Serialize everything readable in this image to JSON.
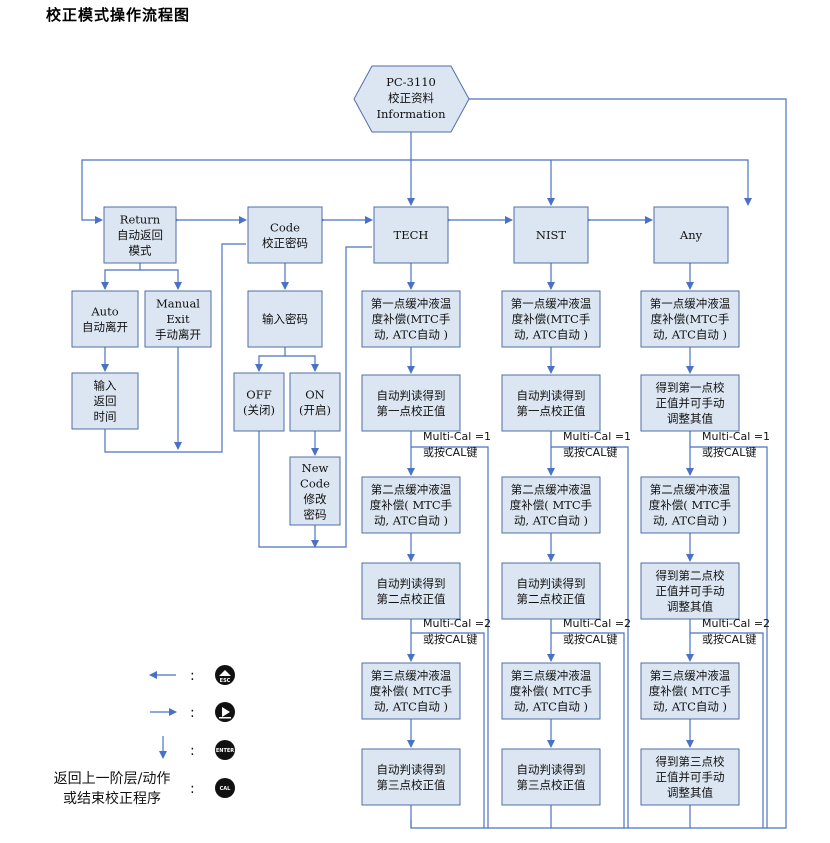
{
  "title": "校正模式操作流程图",
  "nodes": {
    "top": [
      "PC-3110",
      "校正资料",
      "Information"
    ],
    "return": [
      "Return",
      "自动返回",
      "模式"
    ],
    "code": [
      "Code",
      "校正密码"
    ],
    "tech": [
      "TECH"
    ],
    "nist": [
      "NIST"
    ],
    "any": [
      "Any"
    ],
    "auto": [
      "Auto",
      "自动离开"
    ],
    "manual": [
      "Manual",
      "Exit",
      "手动离开"
    ],
    "input_time": [
      "输入",
      "返回",
      "时间"
    ],
    "input_pw": [
      "输入密码"
    ],
    "off": [
      "OFF",
      "(关闭)"
    ],
    "on": [
      "ON",
      "(开启)"
    ],
    "newcode": [
      "New",
      "Code",
      "修改",
      "密码"
    ],
    "comp1": [
      "第一点缓冲液温",
      "度补偿(MTC手",
      "动, ATC自动 )"
    ],
    "comp2": [
      "第二点缓冲液温",
      "度补偿( MTC手",
      "动, ATC自动 )"
    ],
    "comp3": [
      "第三点缓冲液温",
      "度补偿( MTC手",
      "动, ATC自动 )"
    ],
    "read1": [
      "自动判读得到",
      "第一点校正值"
    ],
    "read2": [
      "自动判读得到",
      "第二点校正值"
    ],
    "read3": [
      "自动判读得到",
      "第三点校正值"
    ],
    "adj1": [
      "得到第一点校",
      "正值并可手动",
      "调整其值"
    ],
    "adj2": [
      "得到第二点校",
      "正值并可手动",
      "调整其值"
    ],
    "adj3": [
      "得到第三点校",
      "正值并可手动",
      "调整其值"
    ]
  },
  "conditions": {
    "multi1": [
      "Multi-Cal =1",
      "或按CAL键"
    ],
    "multi2": [
      "Multi-Cal =2",
      "或按CAL键"
    ]
  },
  "legend": {
    "items": [
      {
        "arrow": "left",
        "colon": ":",
        "icon": "escape-key-icon",
        "icon_text": "ESC"
      },
      {
        "arrow": "right",
        "colon": ":",
        "icon": "play-key-icon",
        "icon_text": ""
      },
      {
        "arrow": "down",
        "colon": ":",
        "icon": "enter-key-icon",
        "icon_text": "ENTER"
      },
      {
        "arrow": "none",
        "colon": ":",
        "icon": "cal-key-icon",
        "icon_text": "CAL"
      }
    ],
    "note": [
      "返回上一阶层/动作",
      "或结束校正程序"
    ]
  },
  "colors": {
    "box_fill": "#dce6f2",
    "box_border": "#4f6fa5",
    "line": "#4a72c4"
  }
}
